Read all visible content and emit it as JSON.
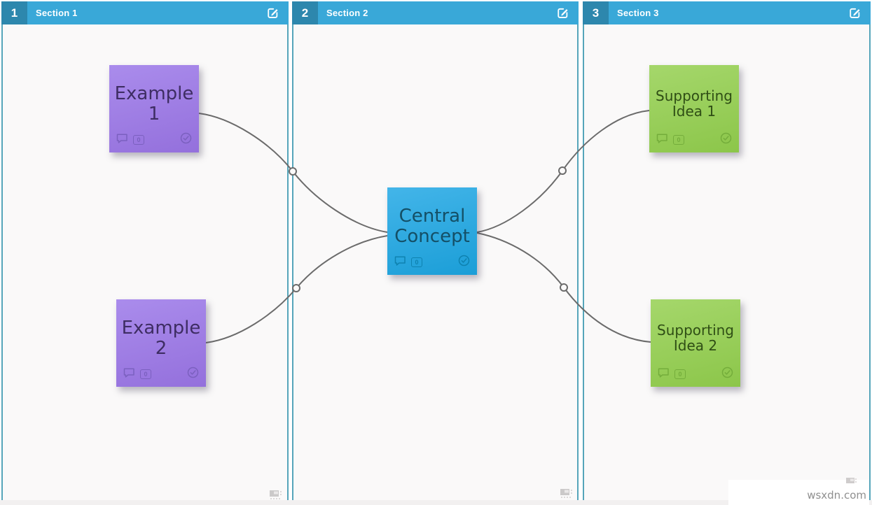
{
  "sections": [
    {
      "number": "1",
      "title": "Section 1"
    },
    {
      "number": "2",
      "title": "Section 2"
    },
    {
      "number": "3",
      "title": "Section 3"
    }
  ],
  "notes": [
    {
      "text": "Example 1",
      "comment_count": "0",
      "color": "#9c7ae2"
    },
    {
      "text": "Example 2",
      "comment_count": "0",
      "color": "#9c7ae2"
    },
    {
      "text": "Central Concept",
      "comment_count": "0",
      "color": "#29a9e0"
    },
    {
      "text": "Supporting Idea 1",
      "comment_count": "0",
      "color": "#9bd157"
    },
    {
      "text": "Supporting Idea 2",
      "comment_count": "0",
      "color": "#9bd157"
    }
  ],
  "watermark": {
    "text": "wsxdn.com"
  },
  "colors": {
    "header_bg": "#39a8d8",
    "header_badge_bg": "#2d87ad",
    "section_border": "#55a5ba",
    "connector": "#6b6b6b",
    "note_purple": "#9c7ae2",
    "note_blue": "#29a9e0",
    "note_green": "#9bd157"
  }
}
